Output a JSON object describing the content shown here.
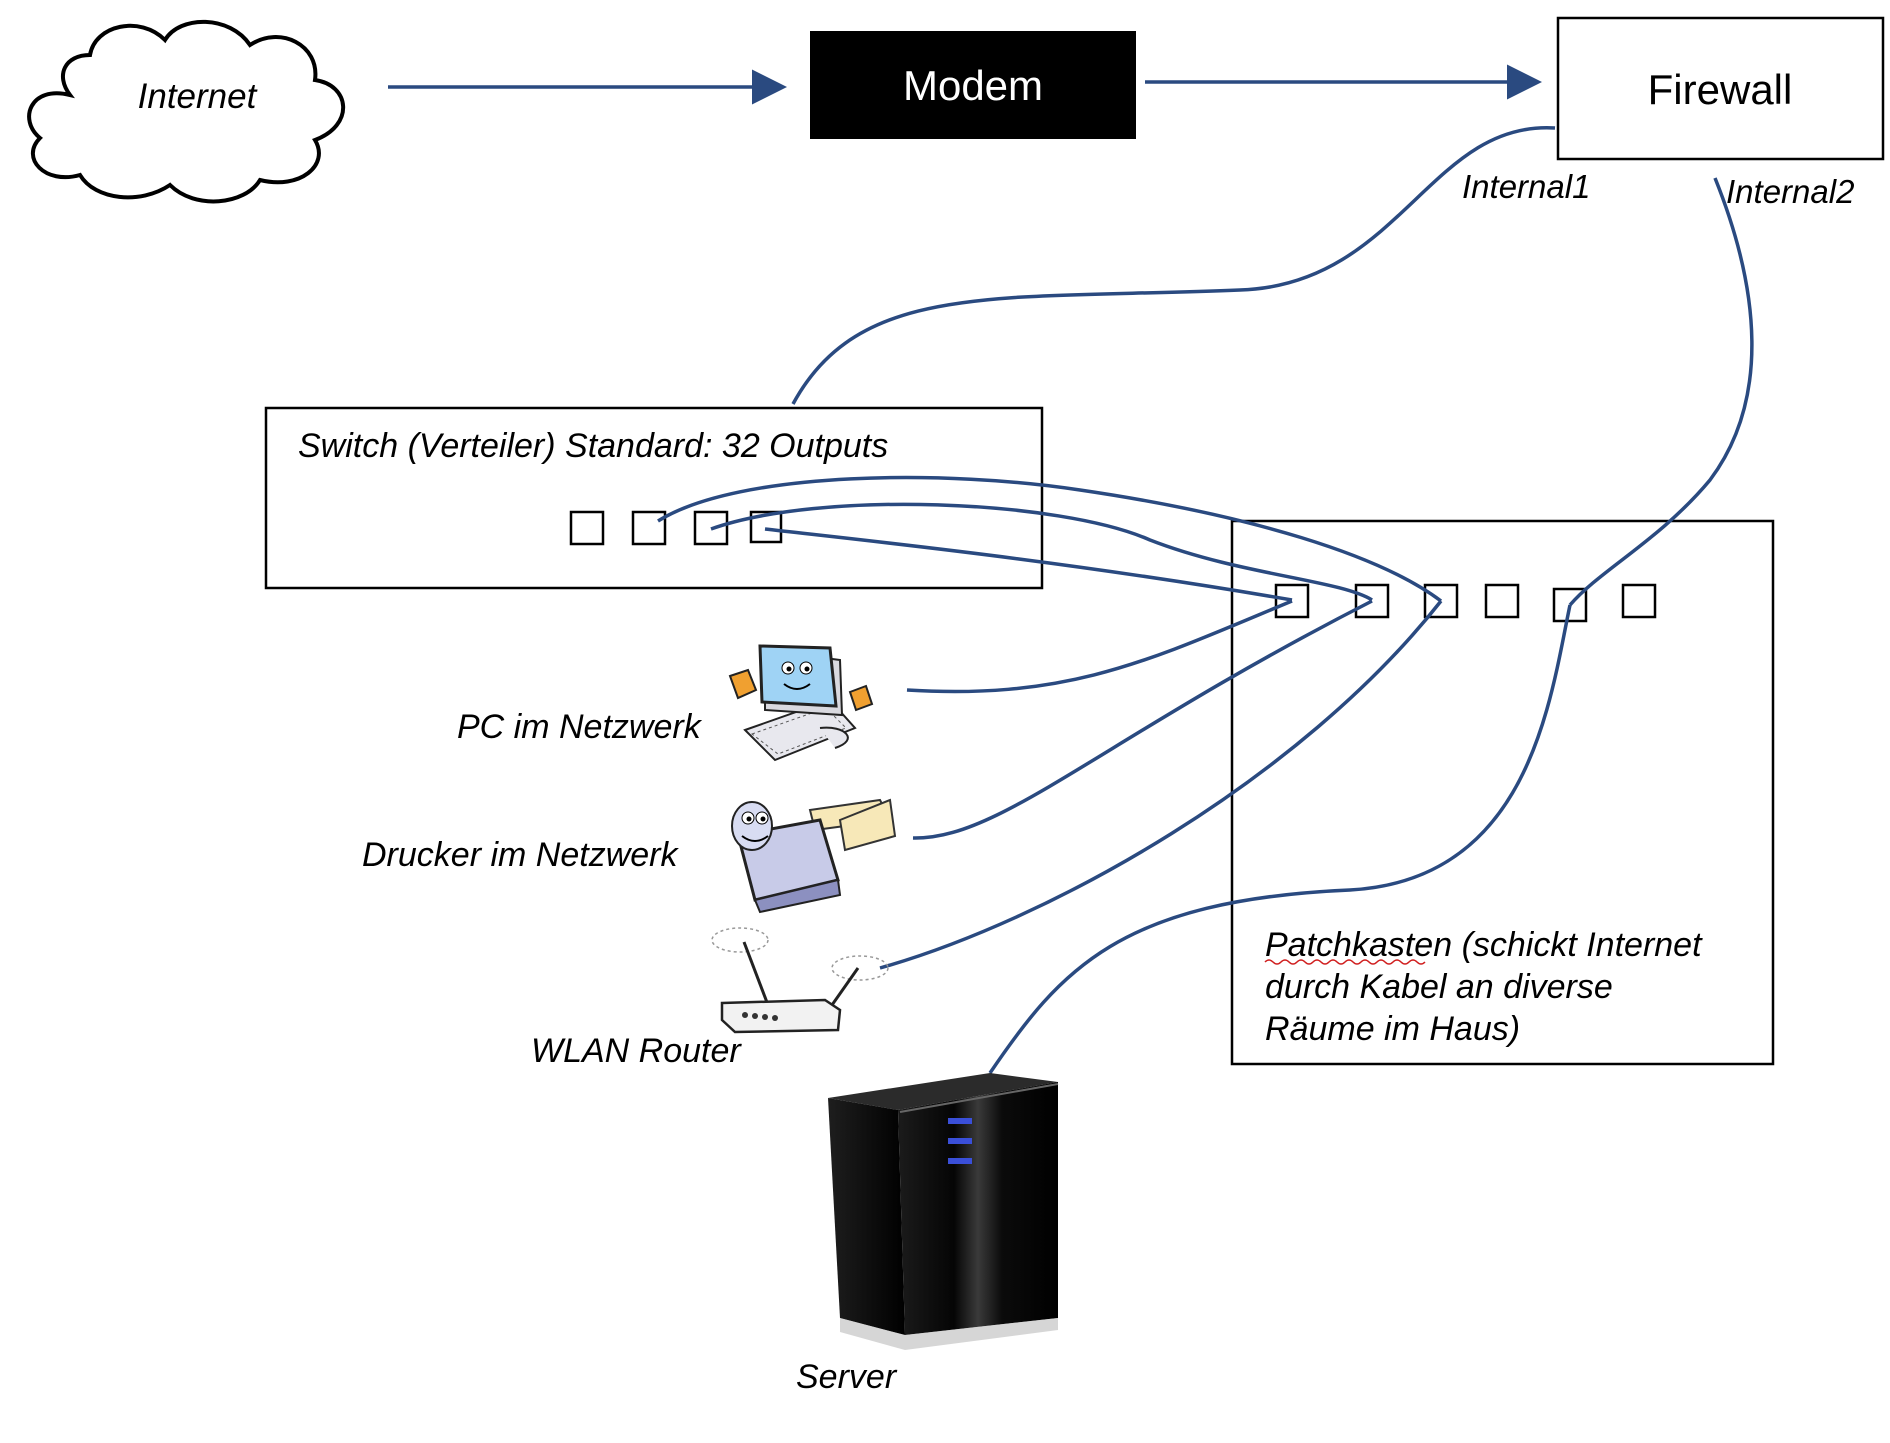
{
  "nodes": {
    "internet": "Internet",
    "modem": "Modem",
    "firewall": "Firewall",
    "internal1": "Internal1",
    "internal2": "Internal2",
    "switch_title": "Switch (Verteiler) Standard: 32 Outputs",
    "patch_line1": "Patchkasten (schickt Internet",
    "patch_line2": "durch Kabel an diverse",
    "patch_line3": "Räume im Haus)",
    "pc": "PC im Netzwerk",
    "printer": "Drucker im Netzwerk",
    "wlan": "WLAN Router",
    "server": "Server"
  },
  "colors": {
    "cable": "#2a4a80",
    "modem_fill": "#000000",
    "server_led": "#3a4fd8"
  },
  "icons": [
    "cloud-icon",
    "pc-icon",
    "printer-icon",
    "router-icon",
    "server-icon"
  ]
}
